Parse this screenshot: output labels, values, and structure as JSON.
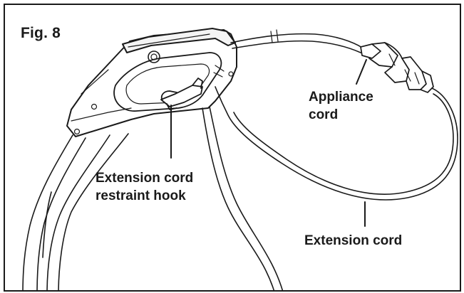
{
  "figure": {
    "title": "Fig. 8"
  },
  "callouts": {
    "appliance_cord": [
      "Appliance",
      "cord"
    ],
    "restraint_hook": [
      "Extension cord",
      "restraint hook"
    ],
    "extension_cord": "Extension cord"
  }
}
